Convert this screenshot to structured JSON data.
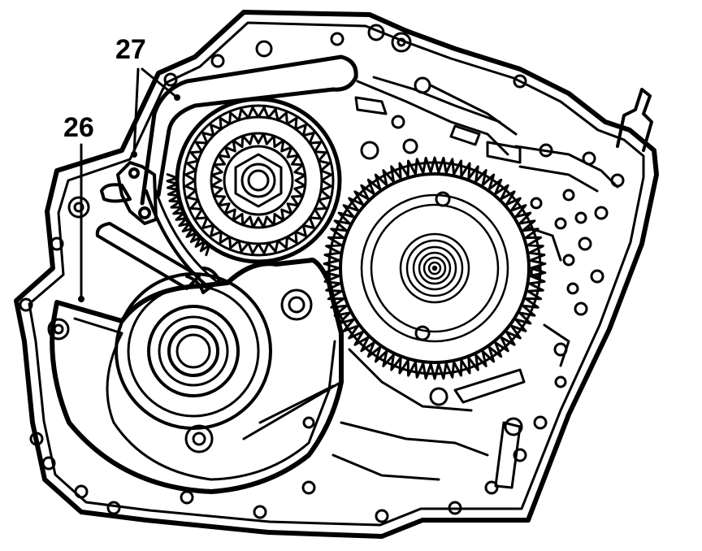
{
  "diagram": {
    "callouts": [
      {
        "id": "26",
        "label": "26"
      },
      {
        "id": "27",
        "label": "27"
      }
    ],
    "colors": {
      "line": "#000000",
      "background": "#ffffff"
    }
  }
}
